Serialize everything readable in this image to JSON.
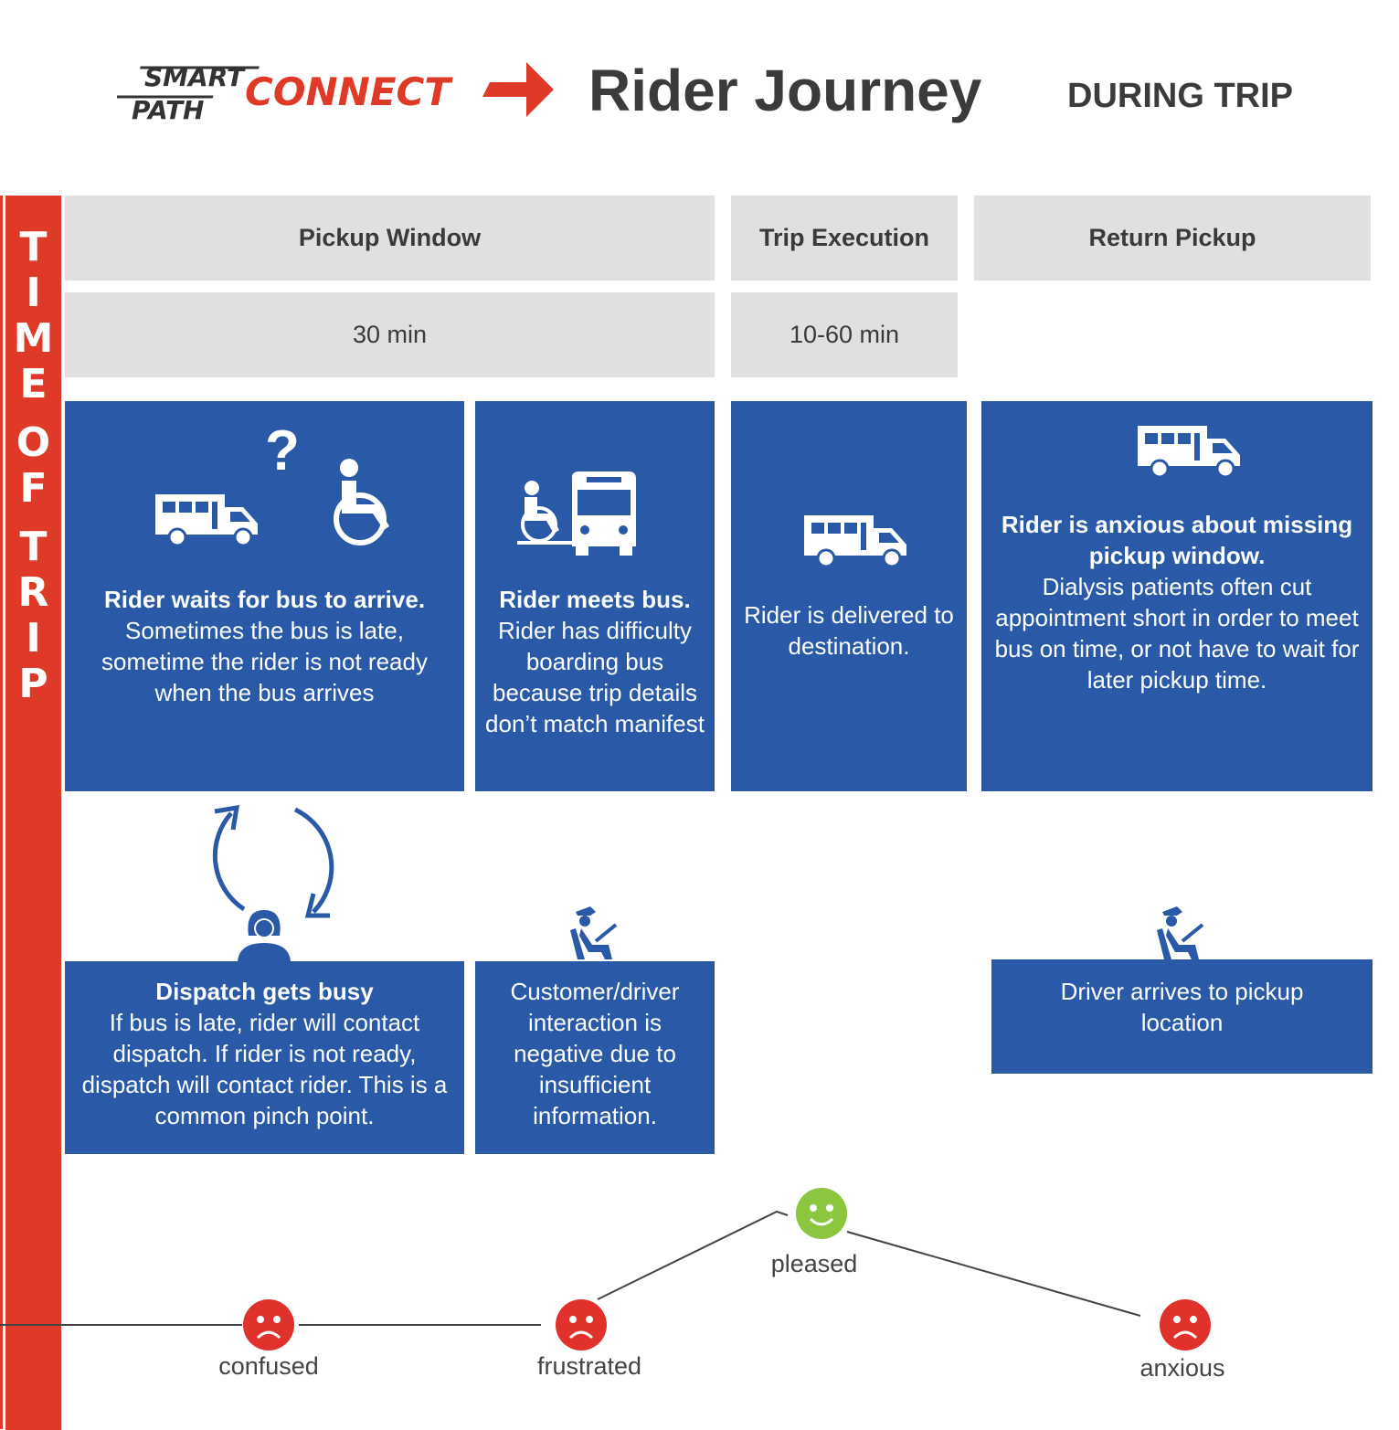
{
  "header": {
    "logo_top": "SMART",
    "logo_mid": "PATH",
    "logo_connect": "CONNECT",
    "title": "Rider Journey",
    "subtitle": "DURING TRIP"
  },
  "sidebar": {
    "letters": [
      "T",
      "I",
      "M",
      "E",
      "",
      "O",
      "F",
      "",
      "T",
      "R",
      "I",
      "P"
    ]
  },
  "phases": [
    {
      "label": "Pickup Window",
      "duration": "30 min"
    },
    {
      "label": "Trip Execution",
      "duration": "10-60 min"
    },
    {
      "label": "Return Pickup",
      "duration": ""
    }
  ],
  "cards": [
    {
      "title": "Rider waits for bus to arrive.",
      "body": "Sometimes the bus is late, sometime the rider is not ready when the bus arrives"
    },
    {
      "title": "Rider meets bus.",
      "body": "Rider has difficulty boarding bus because trip details don’t match manifest"
    },
    {
      "title": "",
      "body": "Rider is delivered to destination."
    },
    {
      "title": "Rider is anxious about missing pickup window.",
      "body": "Dialysis patients often cut appointment short in order to meet bus on time, or not have to wait for later pickup time."
    }
  ],
  "touchpoints": [
    {
      "title": "Dispatch gets busy",
      "body": "If bus is late, rider will contact dispatch. If rider is not ready, dispatch will contact rider. This is a common pinch point."
    },
    {
      "title": "",
      "body": "Customer/driver interaction is negative due to insufficient information."
    },
    {
      "title": "",
      "body": "Driver arrives to pickup location"
    }
  ],
  "emotions": [
    {
      "label": "confused",
      "mood": "sad",
      "color": "#e0322a"
    },
    {
      "label": "frustrated",
      "mood": "sad",
      "color": "#e0322a"
    },
    {
      "label": "pleased",
      "mood": "happy",
      "color": "#8cc63f"
    },
    {
      "label": "anxious",
      "mood": "sad",
      "color": "#e0322a"
    }
  ],
  "colors": {
    "accent_red": "#df3a28",
    "card_blue": "#2a5aa7",
    "phase_gray": "#e1e0e0"
  }
}
